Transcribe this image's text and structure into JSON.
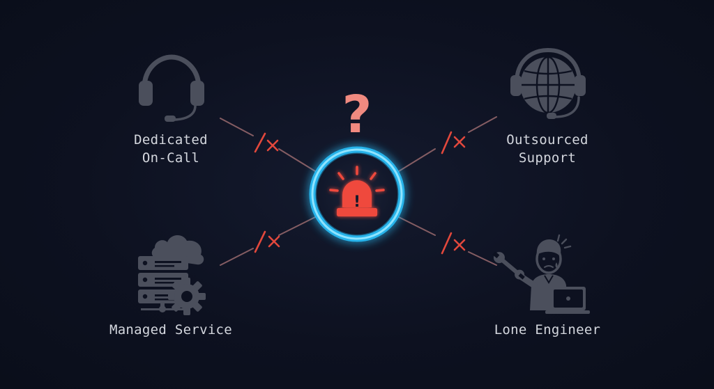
{
  "center": {
    "question_mark": "?",
    "alarm_mark": "!"
  },
  "nodes": {
    "dedicated_on_call": {
      "line1": "Dedicated",
      "line2": "On-Call"
    },
    "outsourced_support": {
      "line1": "Outsourced",
      "line2": "Support"
    },
    "managed_service": {
      "line1": "Managed Service"
    },
    "lone_engineer": {
      "line1": "Lone Engineer"
    }
  },
  "colors": {
    "background": "#0d1120",
    "glow_ring": "#29c4ff",
    "alarm": "#ef4a3c",
    "question": "#f08a80",
    "connector": "#9a6a6e",
    "broken_mark": "#e2483c",
    "icon": "#4b4f5c",
    "label": "#d4d7de"
  },
  "icons": {
    "dedicated_on_call": "headset-icon",
    "outsourced_support": "globe-headset-icon",
    "managed_service": "server-cloud-gear-icon",
    "lone_engineer": "stressed-engineer-icon",
    "center": "alarm-siren-icon"
  }
}
